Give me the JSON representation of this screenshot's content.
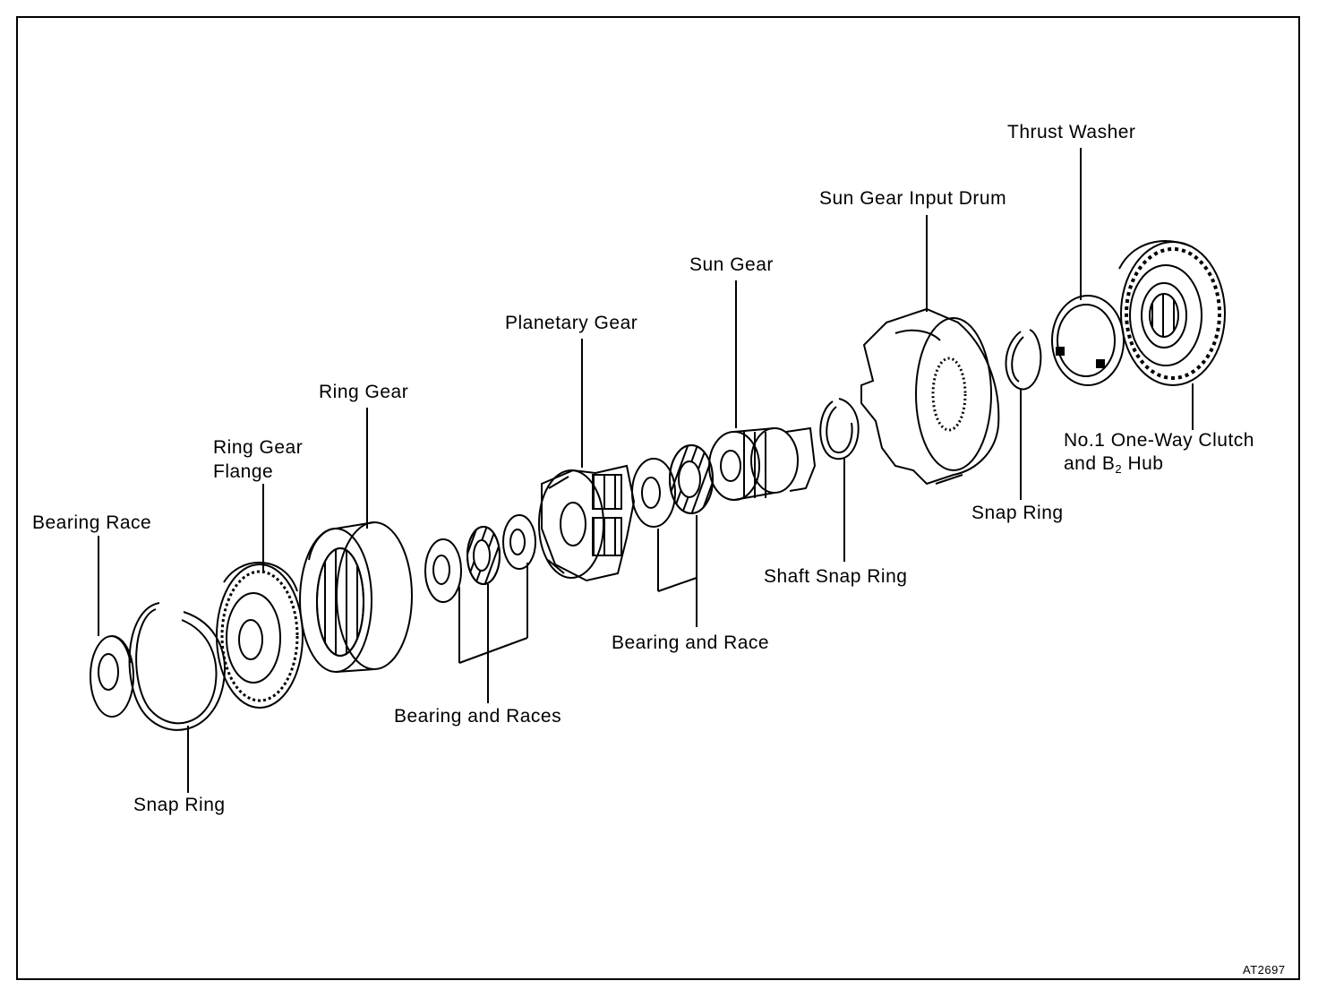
{
  "diagram": {
    "code": "AT2697",
    "labels": {
      "bearing_race": "Bearing Race",
      "snap_ring_left": "Snap Ring",
      "ring_gear_flange_1": "Ring Gear",
      "ring_gear_flange_2": "Flange",
      "ring_gear": "Ring Gear",
      "bearing_and_races": "Bearing and Races",
      "planetary_gear": "Planetary Gear",
      "bearing_and_race": "Bearing and Race",
      "sun_gear": "Sun Gear",
      "shaft_snap_ring": "Shaft Snap Ring",
      "sun_gear_input_drum": "Sun Gear Input Drum",
      "snap_ring_right": "Snap Ring",
      "thrust_washer": "Thrust Washer",
      "one_way_clutch_1": "No.1 One-Way Clutch",
      "one_way_clutch_2a": "and B",
      "one_way_clutch_2sub": "2",
      "one_way_clutch_2b": " Hub"
    }
  }
}
